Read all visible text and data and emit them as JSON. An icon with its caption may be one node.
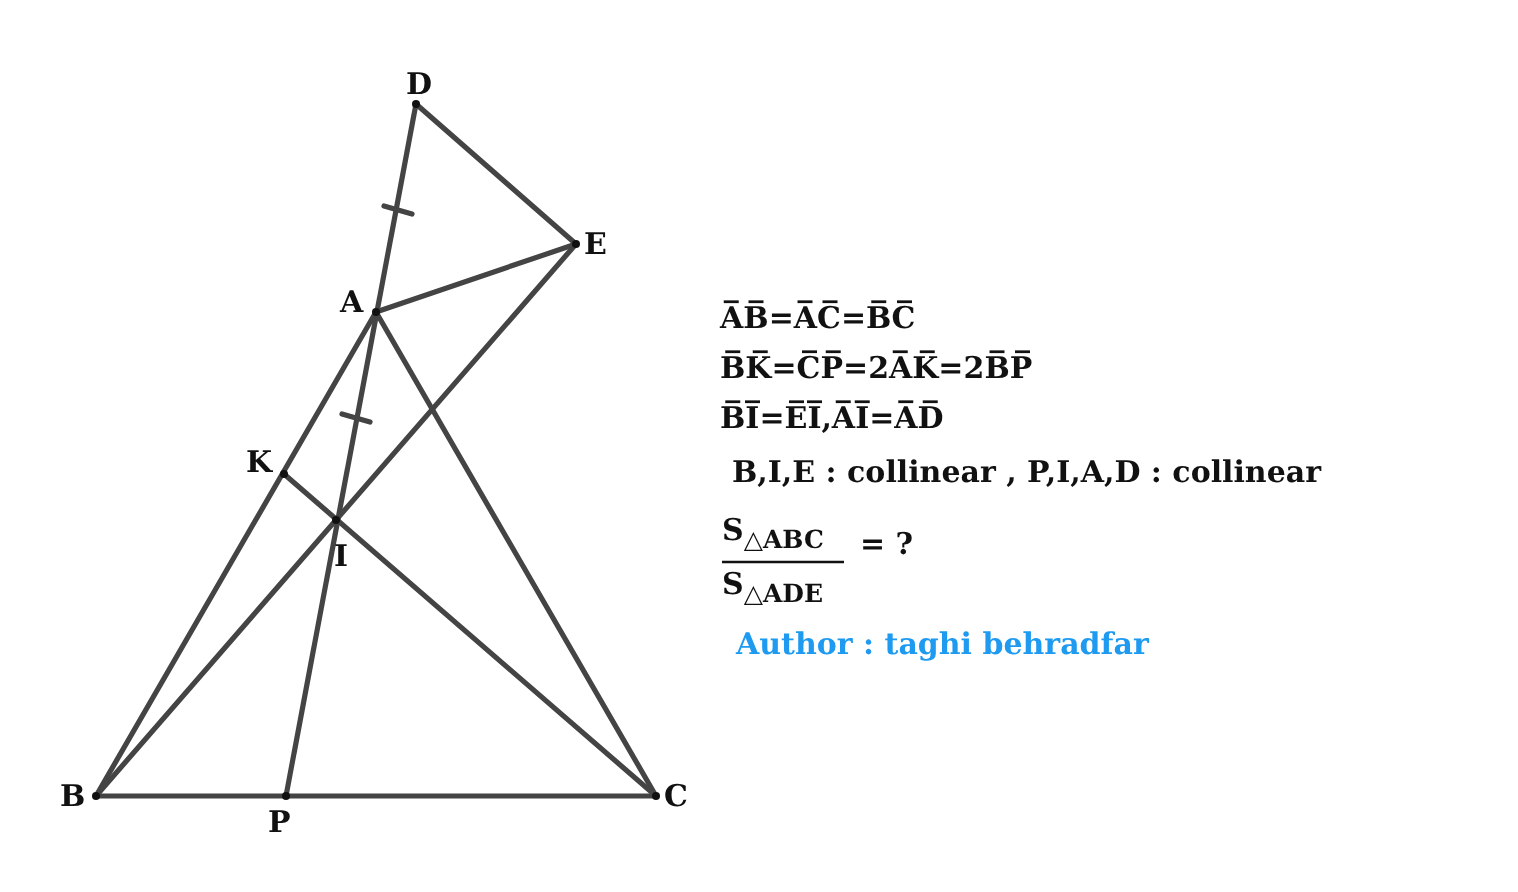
{
  "diagram": {
    "labels": [
      "D",
      "E",
      "A",
      "K",
      "I",
      "B",
      "P",
      "C",
      "A̅B̅=A̅C̅=B̅C̅",
      "B̅K̅=C̅P̅=2A̅K̅=2B̅P̅",
      "B̅I̅=E̅I̅,A̅I̅=A̅D̅",
      "B,I,E : collinear ,  P,I,A,D : collinear",
      "S$_{△ABC}$",
      "S$_{△ADE}$",
      "= ?",
      "Author : taghi behradfar"
    ]
  }
}
